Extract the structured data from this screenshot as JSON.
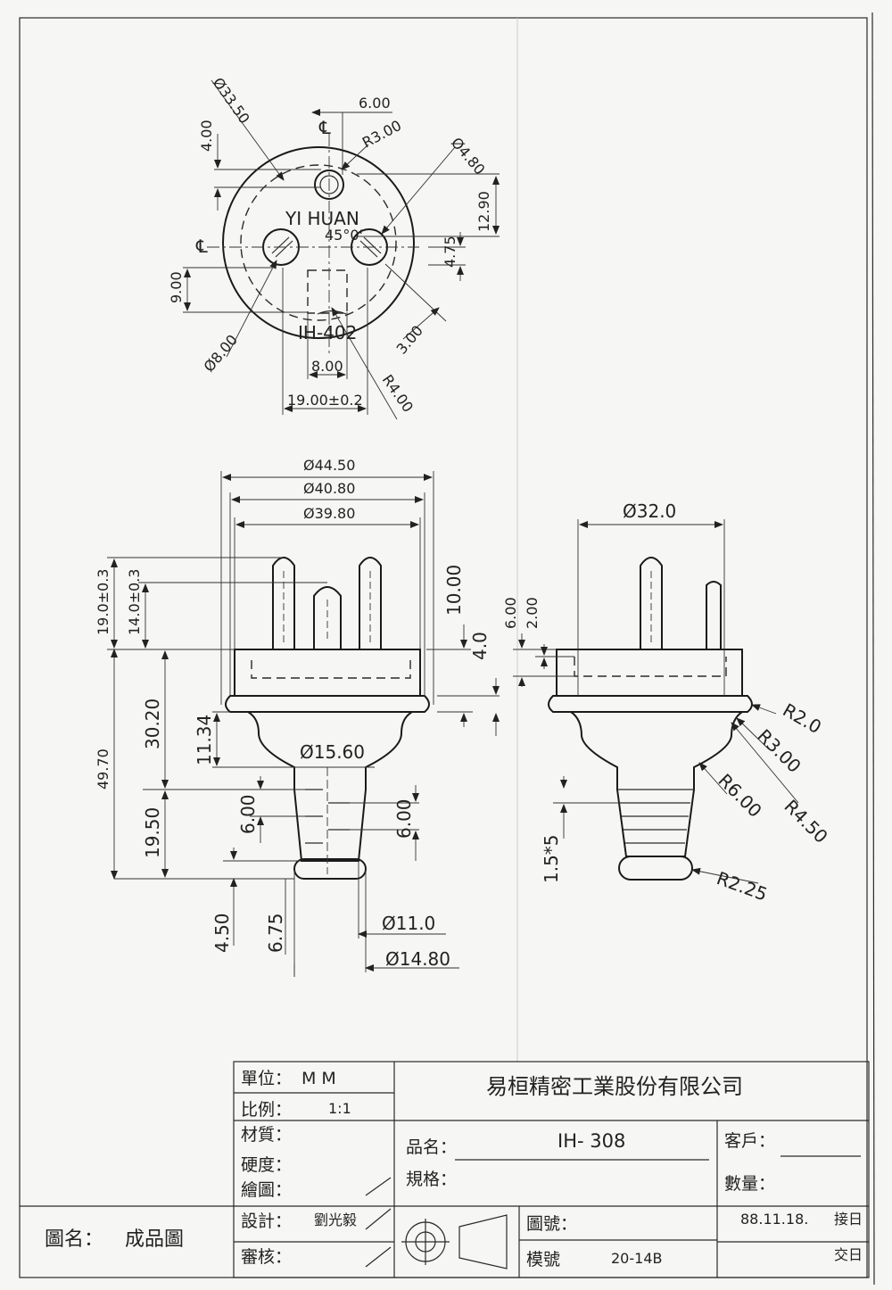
{
  "top_view": {
    "dia_outer": "Ø33.50",
    "dim_top_6": "6.00",
    "dim_4": "4.00",
    "centerline_top": "℄",
    "centerline_left": "℄",
    "r3": "R3.00",
    "dia_4_8": "Ø4.80",
    "dim_12_9": "12.90",
    "brand": "YI HUAN",
    "angle": "45°0'",
    "dim_4_75": "4.75",
    "dim_9": "9.00",
    "model_mark": "IH-402",
    "dim_3": "3.00",
    "dia_8": "Ø8.00",
    "dim_8": "8.00",
    "dim_19": "19.00±0.2",
    "r4": "R4.00"
  },
  "front_view": {
    "d44": "Ø44.50",
    "d40": "Ø40.80",
    "d39": "Ø39.80",
    "h19": "19.0±0.3",
    "h14": "14.0±0.3",
    "h10": "10.00",
    "h4": "4.0",
    "h49": "49.70",
    "h30": "30.20",
    "h11": "11.34",
    "d15": "Ø15.60",
    "s6a": "6.00",
    "s6b": "6.00",
    "h19_5": "19.50",
    "h4_5": "4.50",
    "h6_75": "6.75",
    "d11": "Ø11.0",
    "d14": "Ø14.80"
  },
  "side_view": {
    "d32": "Ø32.0",
    "h6": "6.00",
    "h2": "2.00",
    "r2": "R2.0",
    "r3": "R3.00",
    "r6": "R6.00",
    "r4_5": "R4.50",
    "pitch": "1.5*5",
    "r2_25": "R2.25"
  },
  "title_block": {
    "unit_label": "單位：",
    "unit_value": "M    M",
    "scale_label": "比例：",
    "scale_value": "1:1",
    "material_label": "材質：",
    "hardness_label": "硬度：",
    "drawn_label": "繪圖：",
    "design_label": "設計：",
    "designer": "劉光毅",
    "review_label": "審核：",
    "company": "易桓精密工業股份有限公司",
    "product_label": "品名：",
    "product_value": "IH- 308",
    "spec_label": "規格：",
    "customer_label": "客戶：",
    "quantity_label": "數量：",
    "drawing_no_label": "圖號：",
    "mold_no_label": "模號",
    "mold_no_value": "20-14B",
    "date_value": "88.11.18.",
    "received_label": "接日",
    "delivered_label": "交日",
    "drawing_name_label": "圖名：",
    "drawing_name_value": "成品圖"
  }
}
